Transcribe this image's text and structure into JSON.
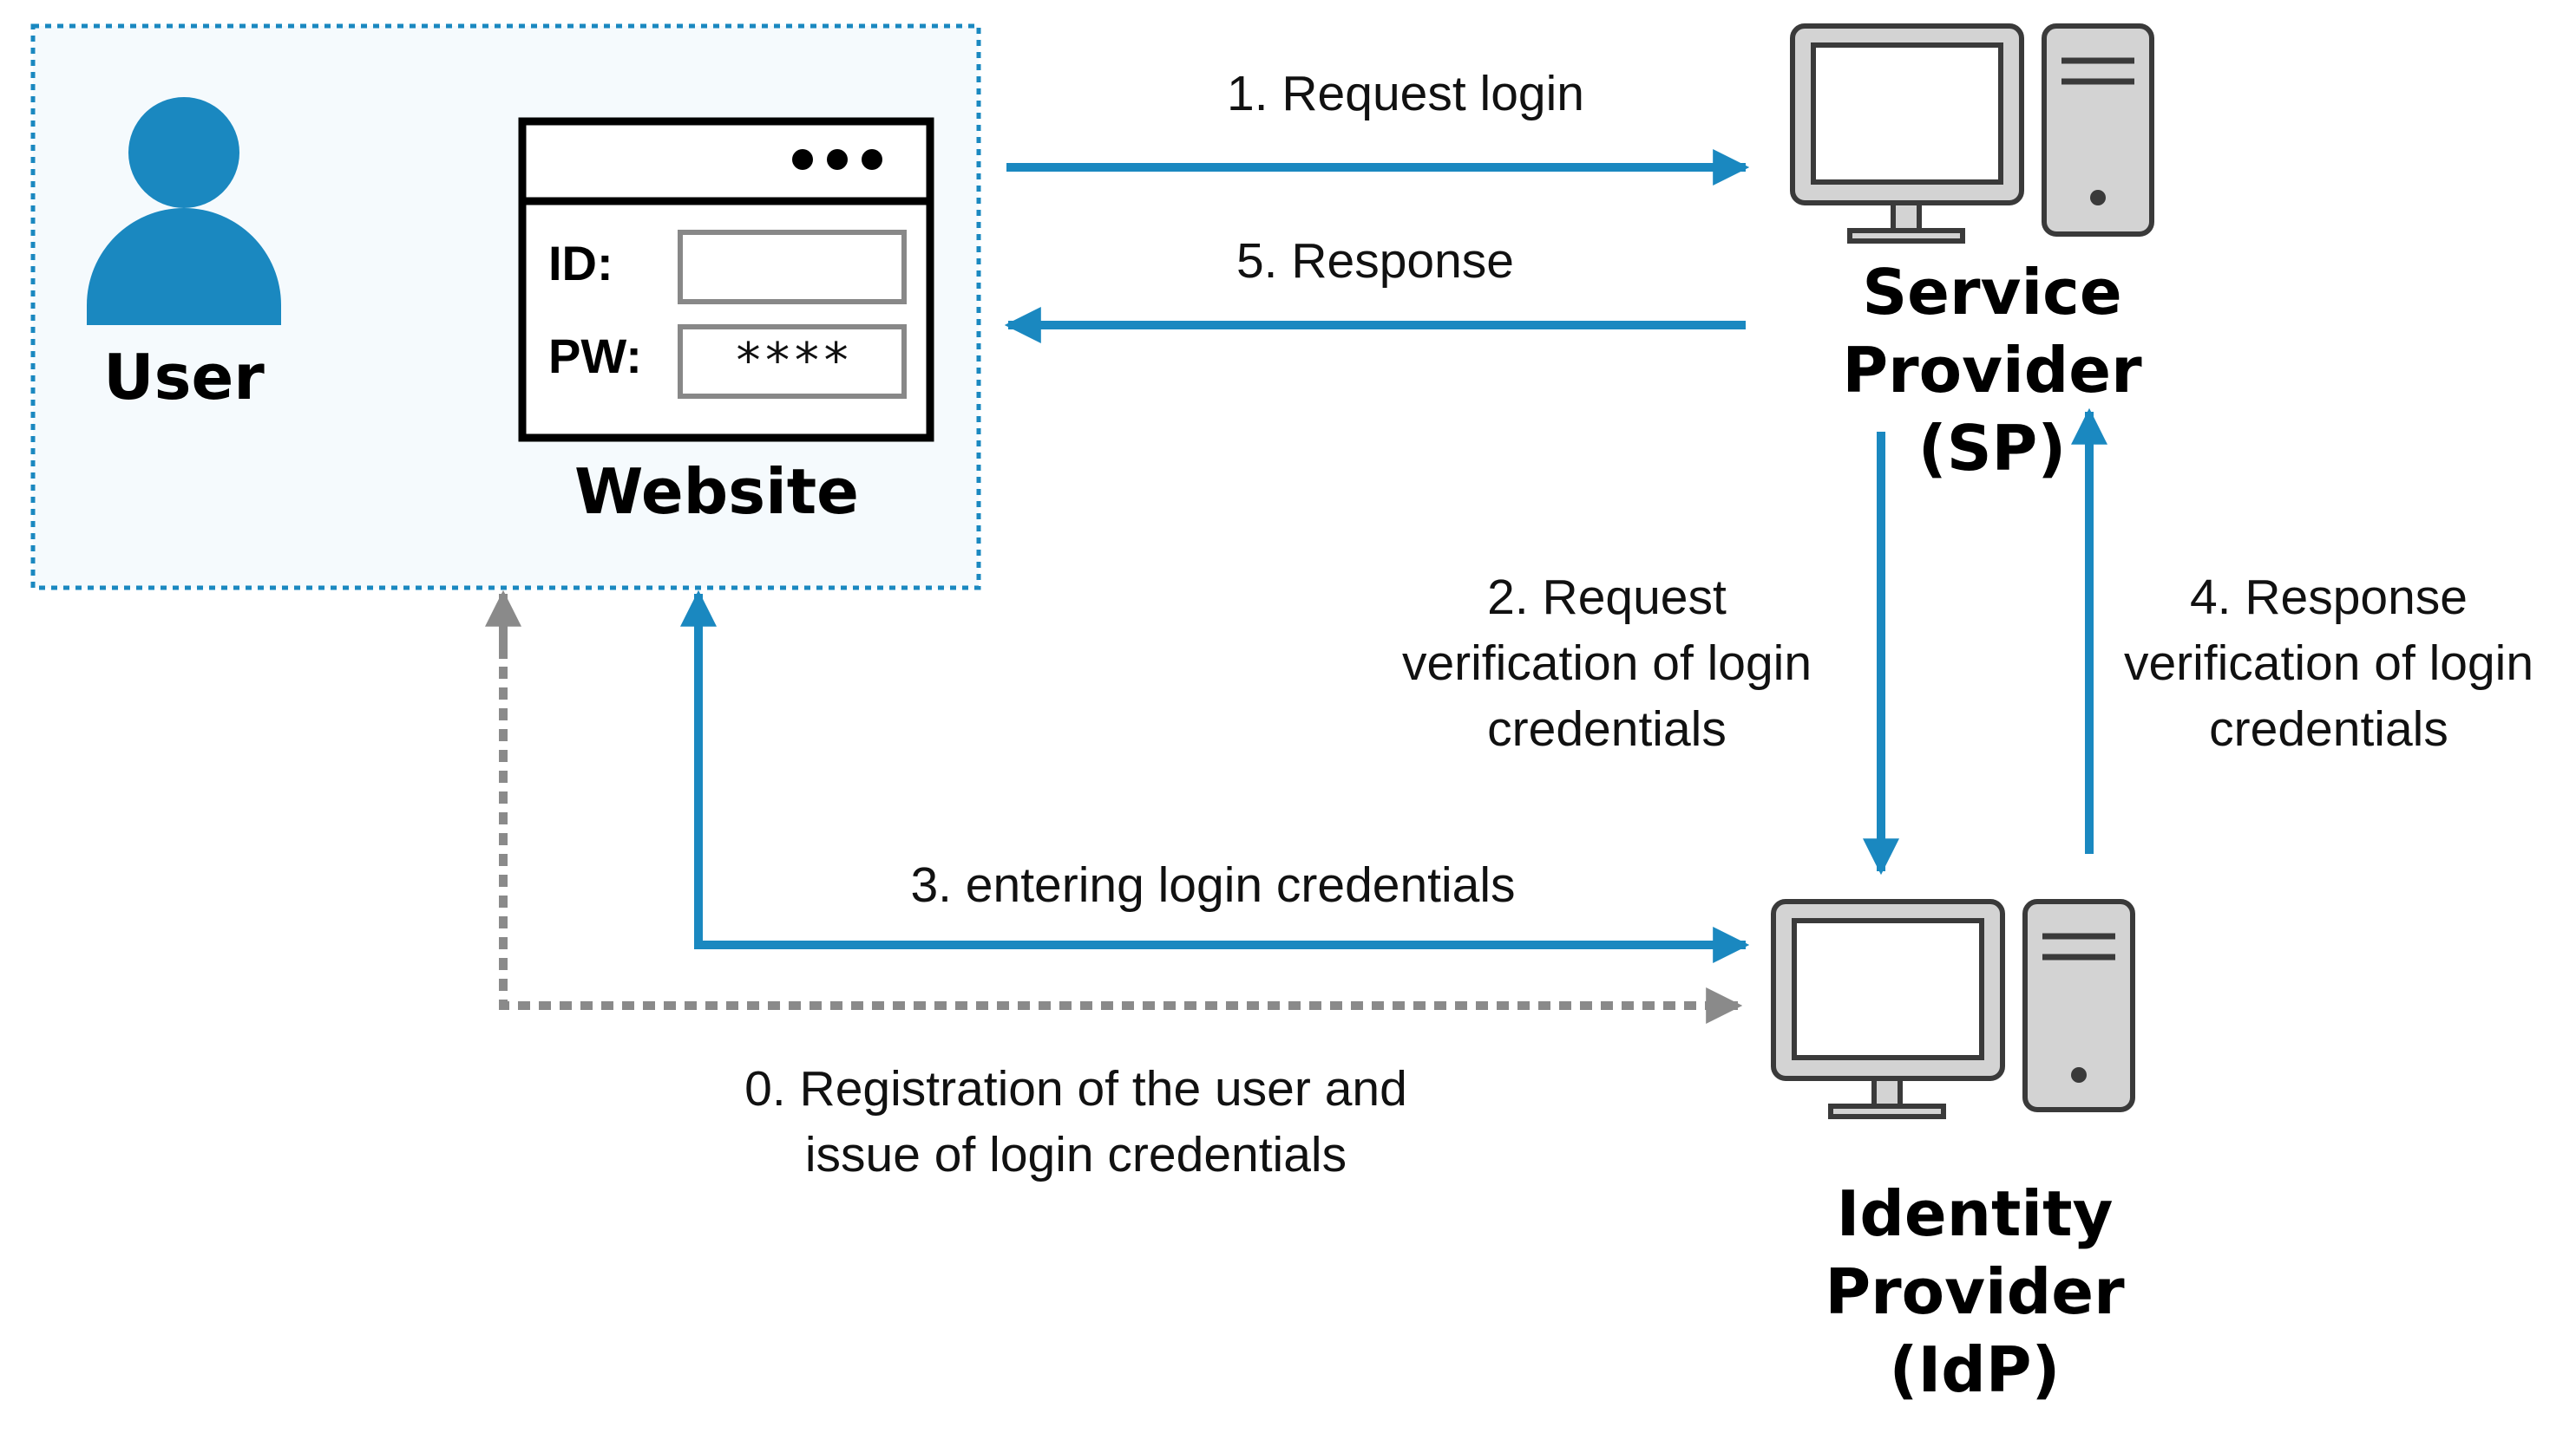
{
  "actors": {
    "user": "User",
    "website": "Website",
    "service_provider": [
      "Service",
      "Provider",
      "(SP)"
    ],
    "identity_provider": [
      "Identity",
      "Provider",
      "(IdP)"
    ]
  },
  "login_form": {
    "id_label": "ID:",
    "pw_label": "PW:",
    "pw_value": "****"
  },
  "steps": {
    "s1": "1. Request login",
    "s5": "5. Response",
    "s2": [
      "2. Request",
      "verification of login",
      "credentials"
    ],
    "s4": [
      "4. Response",
      "verification of login",
      "credentials"
    ],
    "s3": "3. entering login credentials",
    "s0": [
      "0. Registration of the user and",
      "issue of login credentials"
    ]
  },
  "colors": {
    "flow": "#1a88c0",
    "registration": "#8a8a8a",
    "user_icon": "#1a88c0",
    "box_border": "#1a88c0",
    "box_fill": "#f5fafd"
  }
}
